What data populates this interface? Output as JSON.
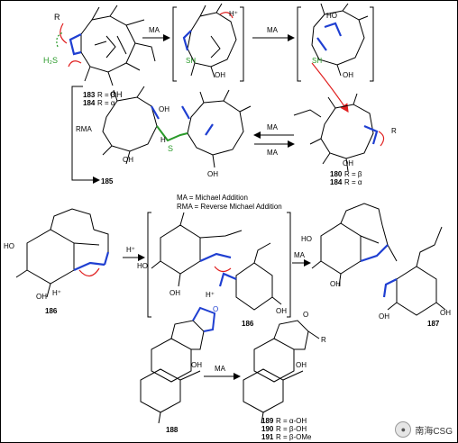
{
  "labels": {
    "c183": "183",
    "c184a": "184",
    "r183": "R = β",
    "r184a": "R = α",
    "c180": "180",
    "c184b": "184",
    "r180": "R = β",
    "r184b": "R = α",
    "c185": "185",
    "c186a": "186",
    "c186b": "186",
    "c187": "187",
    "c188": "188",
    "c189": "189",
    "c190": "190",
    "c191": "191",
    "r189": "R = α-OH",
    "r190": "R = β-OH",
    "r191": "R = β-OMe"
  },
  "arrows": {
    "ma1": "MA",
    "ma2": "MA",
    "ma3": "MA",
    "ma4": "MA",
    "rma": "RMA",
    "hplus1": "H⁺",
    "ma5": "MA",
    "ma6": "MA"
  },
  "atoms": {
    "h2s": "H₂S",
    "sh1": "SH",
    "sh2": "SH",
    "s": "S",
    "hplus_top": "H⁺",
    "h_atom": "H",
    "hplus_bot1": "H⁺",
    "hplus_bot2": "H⁺",
    "r_top": "R",
    "r_right": "R",
    "r_bottom": "R",
    "oh": "OH",
    "o": "O",
    "ho": "HO"
  },
  "legend": {
    "ma_def": "MA     = Michael Addition",
    "rma_def": "RMA = Reverse Michael Addition"
  },
  "watermark": {
    "text": "南海CSG"
  },
  "colors": {
    "blue": "#1f3fd1",
    "green": "#2a9a2a",
    "red": "#e02020",
    "black": "#000000"
  }
}
